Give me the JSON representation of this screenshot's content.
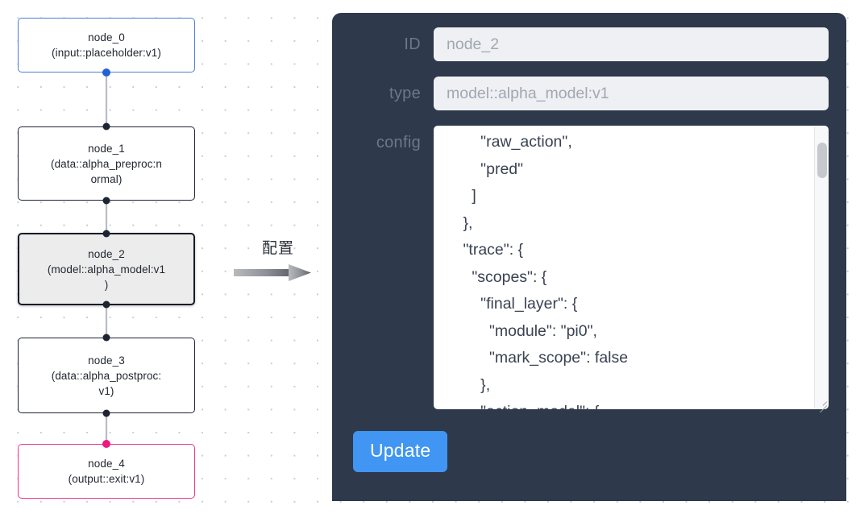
{
  "canvas": {
    "background_color": "#ffffff",
    "dot_color": "#c9ccd4"
  },
  "graph": {
    "nodes": [
      {
        "id": "node_0",
        "line1": "node_0",
        "line2": "(input::placeholder:v1)",
        "kind": "input",
        "accent": "#4a7fd4",
        "selected": false
      },
      {
        "id": "node_1",
        "line1": "node_1",
        "line2": "(data::alpha_preproc:n",
        "line3": "ormal)",
        "kind": "default",
        "accent": "#1d2432",
        "selected": false
      },
      {
        "id": "node_2",
        "line1": "node_2",
        "line2": "(model::alpha_model:v1",
        "line3": ")",
        "kind": "default",
        "accent": "#151b26",
        "selected": true
      },
      {
        "id": "node_3",
        "line1": "node_3",
        "line2": "(data::alpha_postproc:",
        "line3": "v1)",
        "kind": "default",
        "accent": "#1d2432",
        "selected": false
      },
      {
        "id": "node_4",
        "line1": "node_4",
        "line2": "(output::exit:v1)",
        "kind": "output",
        "accent": "#e8388e",
        "selected": false
      }
    ],
    "edges": [
      {
        "from": "node_0",
        "to": "node_1"
      },
      {
        "from": "node_1",
        "to": "node_2"
      },
      {
        "from": "node_2",
        "to": "node_3"
      },
      {
        "from": "node_3",
        "to": "node_4"
      }
    ]
  },
  "annotation": {
    "caption": "配置",
    "arrow_color": "#8a8d93"
  },
  "panel": {
    "background_color": "#2e394b",
    "fields": {
      "id": {
        "label": "ID",
        "value": "node_2",
        "placeholder": "node_2"
      },
      "type": {
        "label": "type",
        "value": "model::alpha_model:v1",
        "placeholder": "model::alpha_model:v1"
      },
      "config": {
        "label": "config",
        "value": "          \"raw_action\",\n          \"pred\"\n        ]\n      },\n      \"trace\": {\n        \"scopes\": {\n          \"final_layer\": {\n            \"module\": \"pi0\",\n            \"mark_scope\": false\n          },\n          \"action_model\": {"
      }
    },
    "update_button": {
      "label": "Update",
      "color": "#4096f2"
    },
    "scrollbar": {
      "thumb_color": "#c6c8cb"
    }
  }
}
